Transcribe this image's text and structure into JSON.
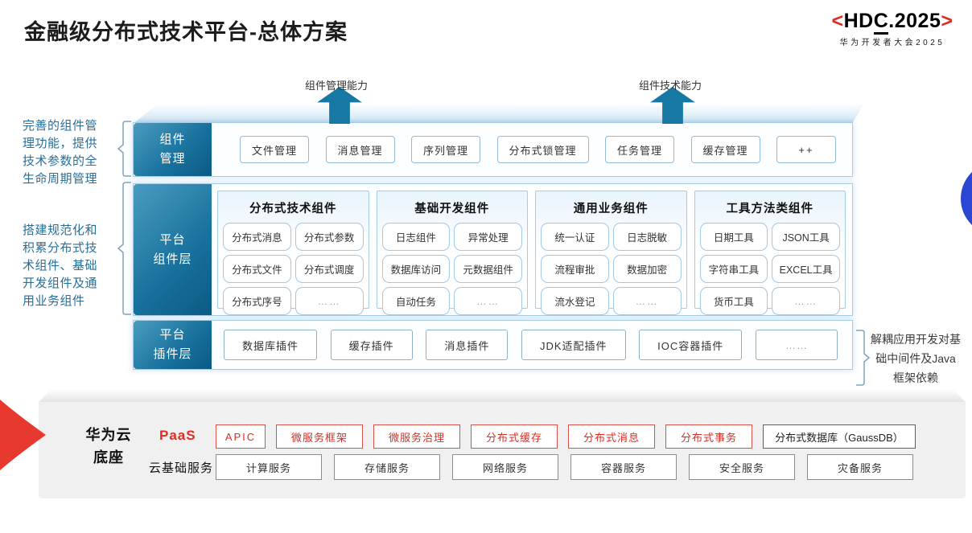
{
  "title": "金融级分布式技术平台-总体方案",
  "logo": {
    "left_bracket": "<",
    "pre": "HD",
    "c": "C",
    "post": ".2025",
    "right_bracket": ">",
    "subtitle": "华为开发者大会2025"
  },
  "capability_arrows": [
    {
      "label": "组件管理能力"
    },
    {
      "label": "组件技术能力"
    }
  ],
  "left_notes": [
    {
      "text": "完善的组件管理功能，提供技术参数的全生命周期管理"
    },
    {
      "text": "搭建规范化和积累分布式技术组件、基础开发组件及通用业务组件"
    }
  ],
  "right_note": "解耦应用开发对基础中间件及Java框架依赖",
  "component_mgmt": {
    "label": "组件\n管理",
    "items": [
      "文件管理",
      "消息管理",
      "序列管理",
      "分布式锁管理",
      "任务管理",
      "缓存管理",
      "++"
    ]
  },
  "platform_components": {
    "label": "平台\n组件层",
    "groups": [
      {
        "title": "分布式技术组件",
        "items": [
          "分布式消息",
          "分布式参数",
          "分布式文件",
          "分布式调度",
          "分布式序号",
          "……"
        ]
      },
      {
        "title": "基础开发组件",
        "items": [
          "日志组件",
          "异常处理",
          "数据库访问",
          "元数据组件",
          "自动任务",
          "……"
        ]
      },
      {
        "title": "通用业务组件",
        "items": [
          "统一认证",
          "日志脱敏",
          "流程审批",
          "数据加密",
          "流水登记",
          "……"
        ]
      },
      {
        "title": "工具方法类组件",
        "items": [
          "日期工具",
          "JSON工具",
          "字符串工具",
          "EXCEL工具",
          "货币工具",
          "……"
        ]
      }
    ]
  },
  "platform_plugins": {
    "label": "平台\n插件层",
    "items": [
      "数据库插件",
      "缓存插件",
      "消息插件",
      "JDK适配插件",
      "IOC容器插件",
      "……"
    ]
  },
  "foundation": {
    "label": "华为云\n底座",
    "paas_label": "PaaS",
    "paas_items": [
      "APIC",
      "微服务框架",
      "微服务治理",
      "分布式缓存",
      "分布式消息",
      "分布式事务"
    ],
    "paas_db": "分布式数据库（GaussDB）",
    "iaas_label": "云基础服务",
    "iaas_items": [
      "计算服务",
      "存储服务",
      "网络服务",
      "容器服务",
      "安全服务",
      "灾备服务"
    ]
  },
  "colors": {
    "accent_teal": "#17719c",
    "arrow_teal": "#1878a4",
    "brand_red": "#e02d24",
    "circle_blue": "#2b46d3",
    "platform_gray": "#f0f0f0"
  }
}
